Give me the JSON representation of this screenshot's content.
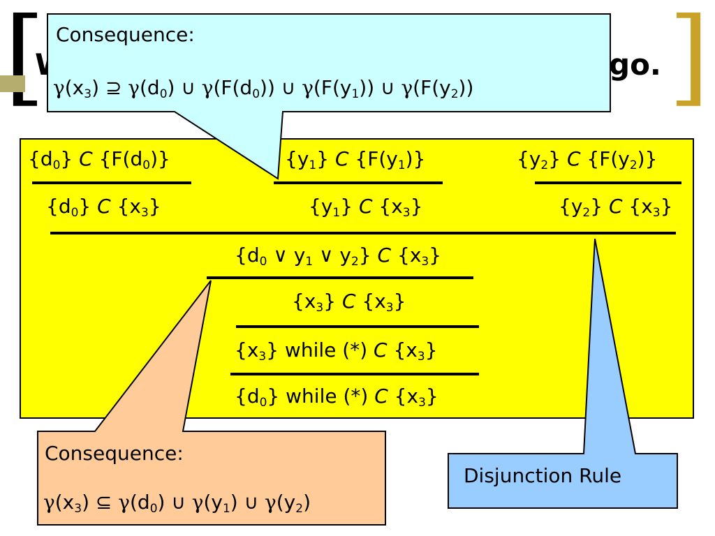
{
  "title": {
    "left": "W",
    "right": "go."
  },
  "proof": {
    "premise1": {
      "open": "{d",
      "sub": "0",
      "mid": "} ",
      "cmd": "C",
      "post": " {F(d",
      "sub2": "0",
      "close": ")}"
    },
    "premise2": {
      "open": "{y",
      "sub": "1",
      "mid": "} ",
      "cmd": "C",
      "post": " {F(y",
      "sub2": "1",
      "close": ")}"
    },
    "premise3": {
      "open": "{y",
      "sub": "2",
      "mid": "} ",
      "cmd": "C",
      "post": " {F(y",
      "sub2": "2",
      "close": ")}"
    },
    "concl1": {
      "open": "{d",
      "sub": "0",
      "mid": "} ",
      "cmd": "C",
      "post": " {x",
      "sub2": "3",
      "close": "}"
    },
    "concl2": {
      "open": "{y",
      "sub": "1",
      "mid": "} ",
      "cmd": "C",
      "post": " {x",
      "sub2": "3",
      "close": "}"
    },
    "concl3": {
      "open": "{y",
      "sub": "2",
      "mid": "} ",
      "cmd": "C",
      "post": " {x",
      "sub2": "3",
      "close": "}"
    },
    "disj": {
      "a": "{d",
      "a_sub": "0",
      "or1": " ∨ y",
      "b_sub": "1",
      "or2": " ∨ y",
      "c_sub": "2",
      "mid": "} ",
      "cmd": "C",
      "post": " {x",
      "sub2": "3",
      "close": "}"
    },
    "conseq": {
      "open": "{x",
      "sub": "3",
      "mid": "} ",
      "cmd": "C",
      "post": " {x",
      "sub2": "3",
      "close": "}"
    },
    "while1": {
      "open": "{x",
      "sub": "3",
      "mid": "} while (*) ",
      "cmd": "C",
      "post": " {x",
      "sub2": "3",
      "close": "}"
    },
    "while2": {
      "open": "{d",
      "sub": "0",
      "mid": "} while (*) ",
      "cmd": "C",
      "post": " {x",
      "sub2": "3",
      "close": "}"
    }
  },
  "callout_top": {
    "heading": "Consequence:",
    "g": "γ",
    "f1": "(x",
    "f1s": "3",
    "f1e": ") ⊇ ",
    "f2": "(d",
    "f2s": "0",
    "f2e": ") ∪ ",
    "f3": "(F(d",
    "f3s": "0",
    "f3e": ")) ∪ ",
    "f4": "(F(y",
    "f4s": "1",
    "f4e": ")) ∪ ",
    "f5": "(F(y",
    "f5s": "2",
    "f5e": "))",
    "fill": "#ccffff"
  },
  "callout_bottom": {
    "heading": "Consequence:",
    "g": "γ",
    "f1": "(x",
    "f1s": "3",
    "f1e": ") ⊆ ",
    "f2": "(d",
    "f2s": "0",
    "f2e": ") ∪ ",
    "f3": "(y",
    "f3s": "1",
    "f3e": ") ∪ ",
    "f4": "(y",
    "f4s": "2",
    "f4e": ")",
    "fill": "#ffcc99"
  },
  "callout_right": {
    "label": "Disjunction Rule",
    "fill": "#99ccff"
  },
  "colors": {
    "proof_bg": "#ffff00",
    "bracket_right": "#c9a227",
    "accent_bar": "#b5ad6d"
  }
}
